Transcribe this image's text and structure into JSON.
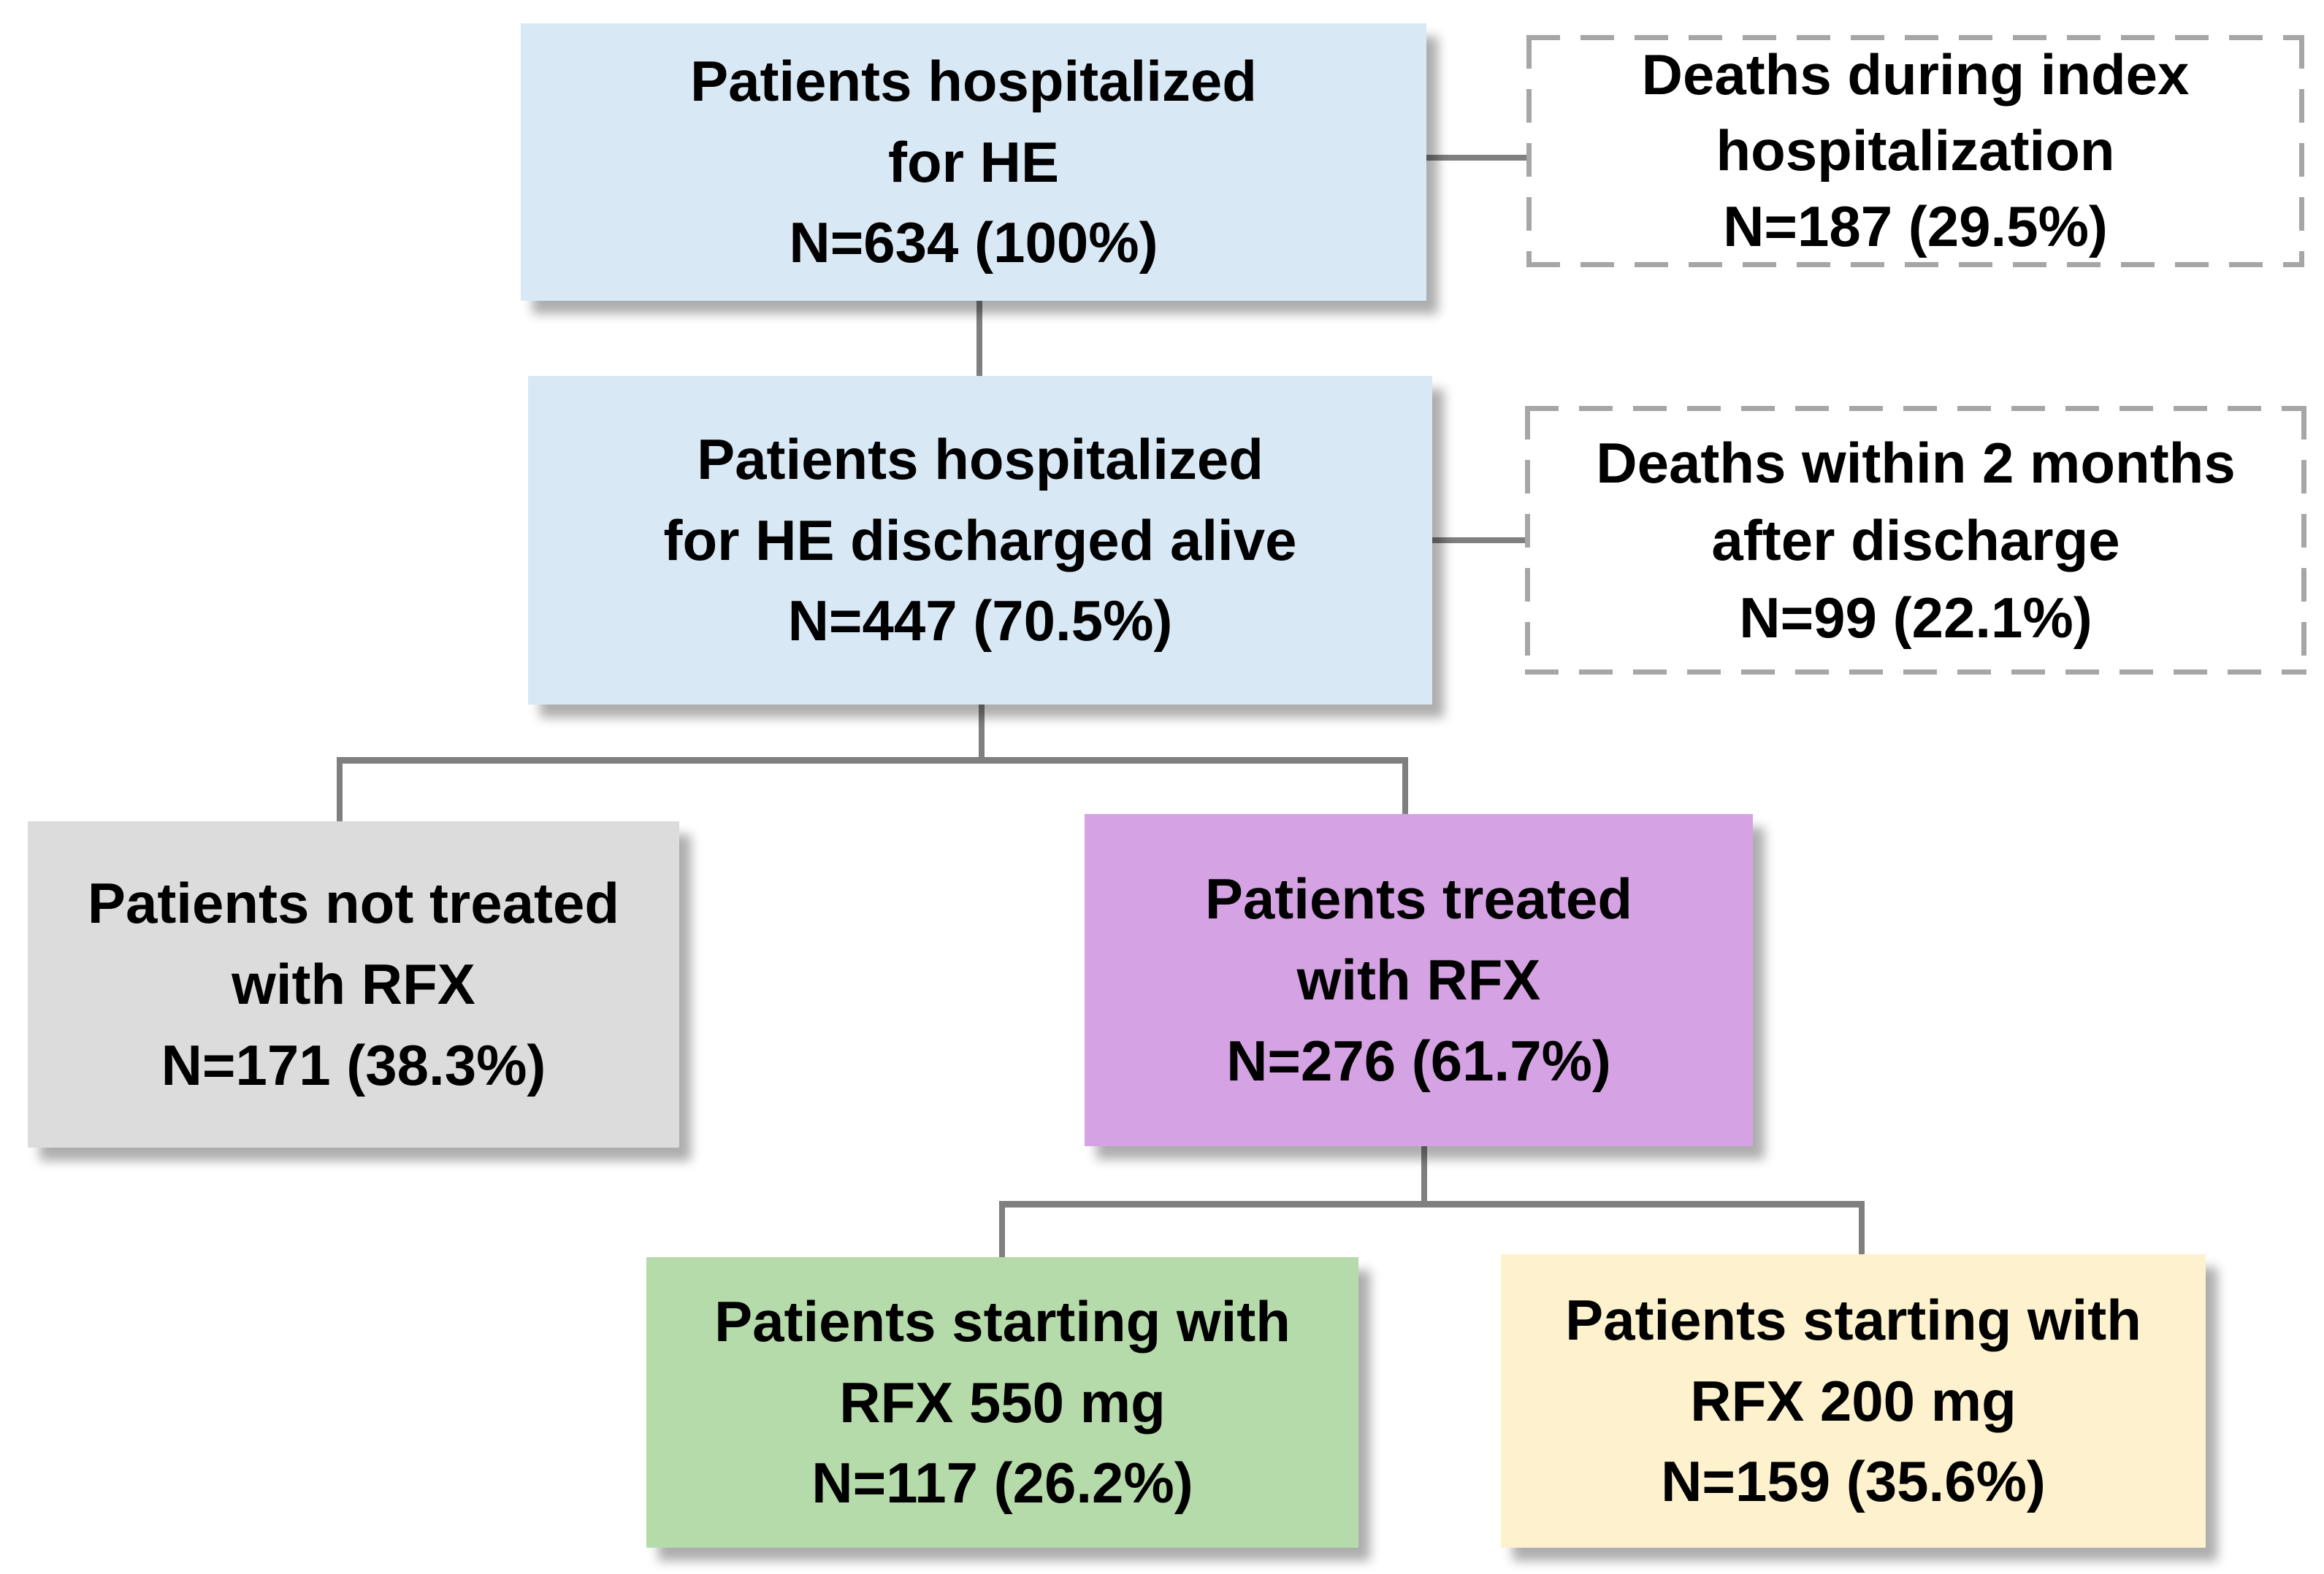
{
  "diagram": {
    "type": "patient-flow-chart",
    "background": "#ffffff",
    "connector_color": "#7f7f7f",
    "dashed_border_color": "#a6a6a6",
    "text_color": "#000000",
    "nodes": {
      "hospitalized": {
        "lines": [
          "Patients hospitalized",
          "for HE",
          "N=634 (100%)"
        ],
        "fill": "#d9e8f5",
        "border_style": "solid"
      },
      "deaths_index": {
        "lines": [
          "Deaths during index",
          "hospitalization",
          "N=187 (29.5%)"
        ],
        "fill": "#ffffff",
        "border_style": "dashed"
      },
      "discharged_alive": {
        "lines": [
          "Patients hospitalized",
          "for HE discharged alive",
          "N=447 (70.5%)"
        ],
        "fill": "#d9e8f5",
        "border_style": "solid"
      },
      "deaths_2_months": {
        "lines": [
          "Deaths within 2 months",
          "after discharge",
          "N=99 (22.1%)"
        ],
        "fill": "#ffffff",
        "border_style": "dashed"
      },
      "not_treated_rfx": {
        "lines": [
          "Patients not treated",
          "with RFX",
          "N=171 (38.3%)"
        ],
        "fill": "#dcdcdc",
        "border_style": "solid"
      },
      "treated_rfx": {
        "lines": [
          "Patients treated",
          "with RFX",
          "N=276 (61.7%)"
        ],
        "fill": "#d5a2e3",
        "border_style": "solid"
      },
      "rfx_550": {
        "lines": [
          "Patients starting with",
          "RFX 550 mg",
          "N=117 (26.2%)"
        ],
        "fill": "#b6dbaa",
        "border_style": "solid"
      },
      "rfx_200": {
        "lines": [
          "Patients starting with",
          "RFX 200 mg",
          "N=159 (35.6%)"
        ],
        "fill": "#fdf2cd",
        "border_style": "solid"
      }
    }
  }
}
